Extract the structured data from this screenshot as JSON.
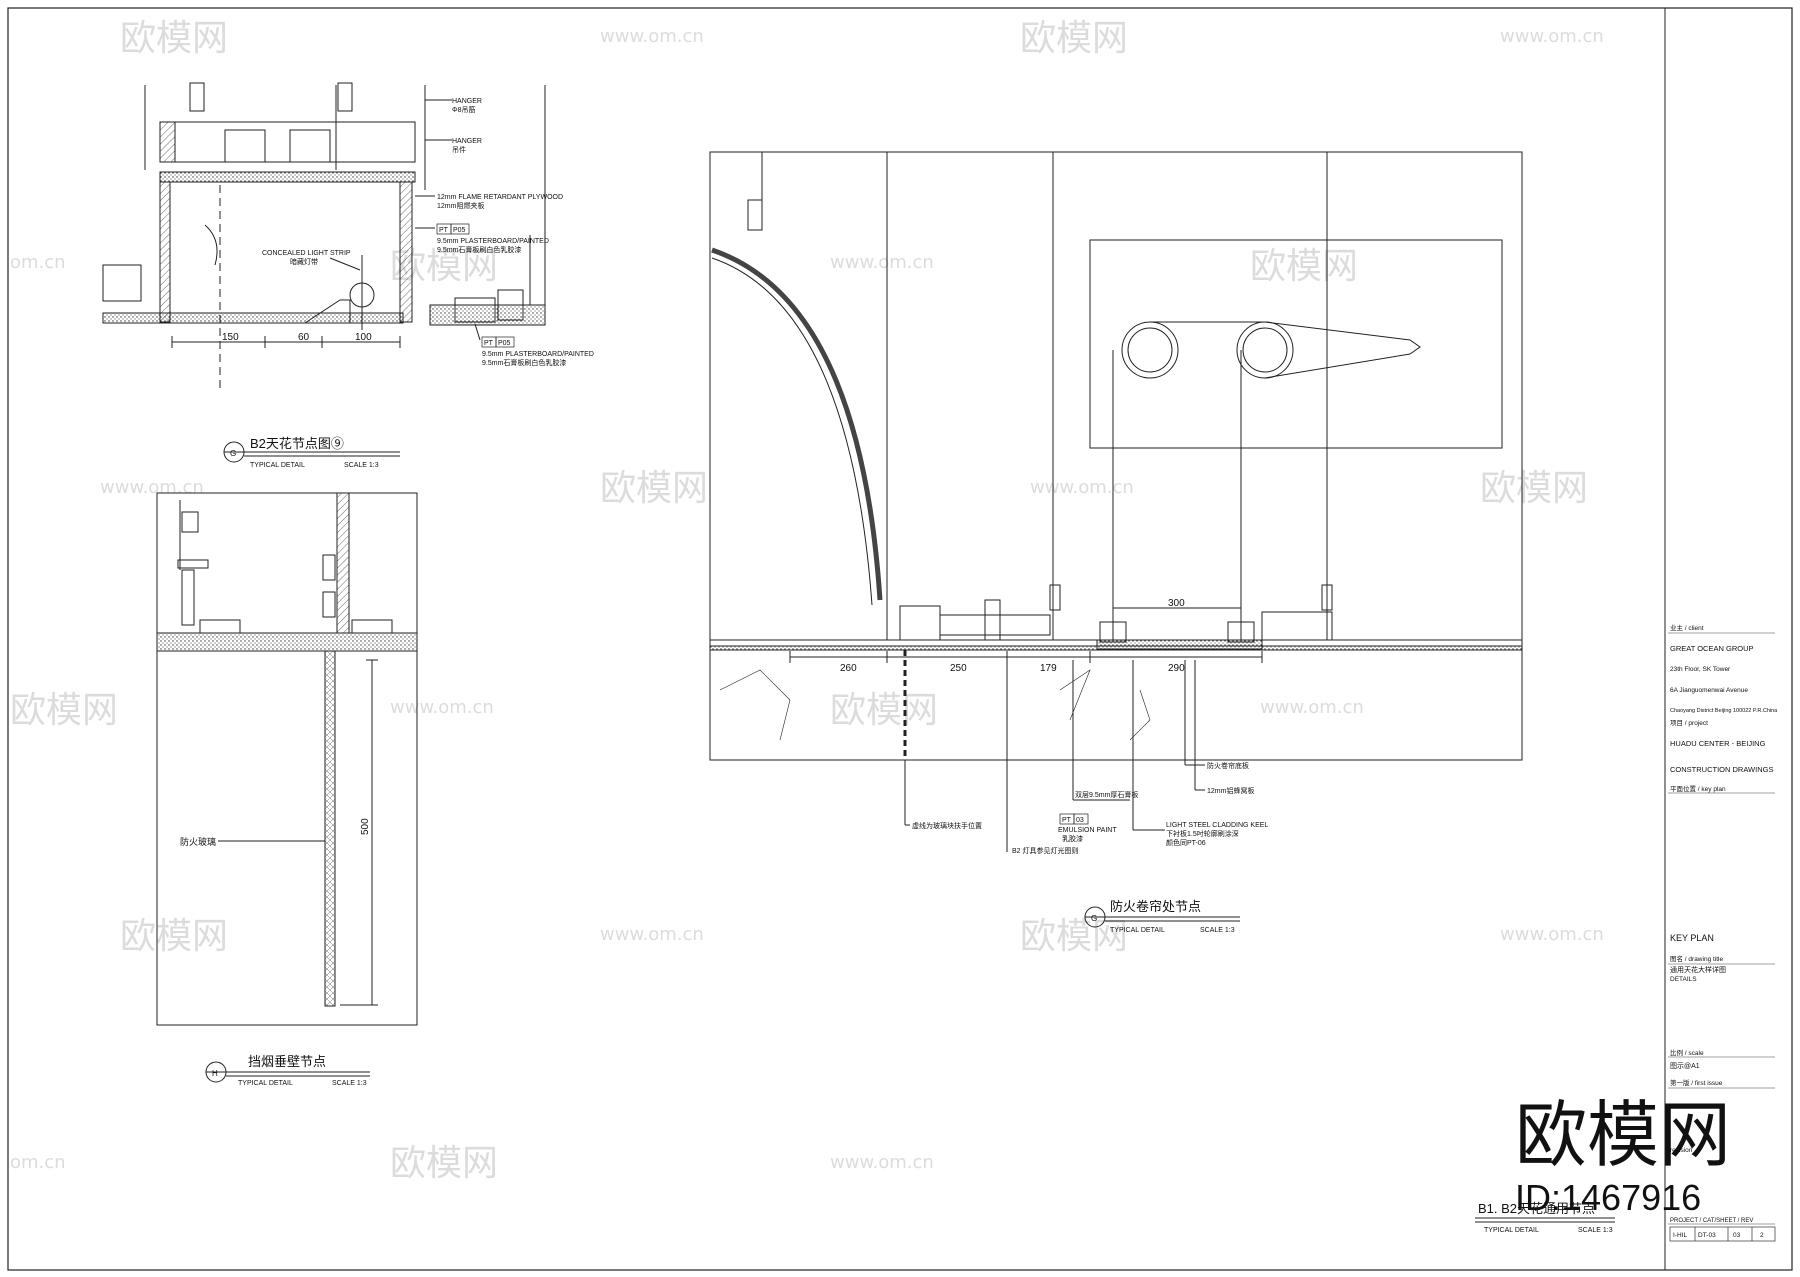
{
  "watermark": {
    "logo_text": "欧模网",
    "site_url": "www.om.cn",
    "url_fragment": "om.cn",
    "id_text": "ID:1467916"
  },
  "details": {
    "b2_ceiling": {
      "title": "B2天花节点图⑨",
      "tag": "G",
      "sub": "TYPICAL DETAIL",
      "scale": "SCALE 1:3",
      "labels": {
        "hanger_top_en": "HANGER",
        "hanger_top_cn": "Φ8吊筋",
        "hanger_en": "HANGER",
        "hanger_cn": "吊件",
        "plywood_en": "12mm FLAME RETARDANT PLYWOOD",
        "plywood_cn": "12mm阻燃夹板",
        "pt_code": "PT",
        "p05": "P05",
        "plaster_en": "9.5mm PLASTERBOARD/PAINTED",
        "plaster_cn": "9.5mm石膏板刷白色乳胶漆",
        "light_en": "CONCEALED LIGHT STRIP",
        "light_cn": "暗藏灯带",
        "plaster2_en": "9.5mm PLASTERBOARD/PAINTED",
        "plaster2_cn": "9.5mm石膏板刷白色乳胶漆"
      },
      "dims": [
        "150",
        "60",
        "100"
      ]
    },
    "smoke_wall": {
      "title": "挡烟垂壁节点",
      "tag": "H",
      "sub": "TYPICAL DETAIL",
      "scale": "SCALE 1:3",
      "label_glass": "防火玻璃",
      "dim_500": "500"
    },
    "fire_shutter": {
      "title": "防火卷帘处节点",
      "tag": "G",
      "sub": "TYPICAL DETAIL",
      "scale": "SCALE 1:3",
      "dims": [
        "260",
        "250",
        "179",
        "290"
      ],
      "dim_300": "300",
      "labels": {
        "shutter_board": "防火卷帘底板",
        "honeycomb": "12mm铝蜂窝板",
        "plaster_double": "双层9.5mm厚石膏板",
        "pt_code": "PT",
        "pt_num": "03",
        "emulsion_en": "EMULSION PAINT",
        "emulsion_cn": "乳胶漆",
        "keel_en": "LIGHT STEEL CLADDING KEEL",
        "keel_cn1": "下衬板1.5吋轮廓刷涂深",
        "keel_cn2": "颜色同PT-06",
        "glass_edge": "虚线为玻璃块扶手位置",
        "lamp_ref": "B2 灯具参见灯光图则"
      }
    },
    "b1b2": {
      "title": "B1. B2天花通用节点",
      "sub": "TYPICAL DETAIL",
      "scale": "SCALE 1:3"
    }
  },
  "title_block": {
    "client_label": "业主 / client",
    "client_name": "GREAT OCEAN GROUP",
    "address1": "23th Floor, SK Tower",
    "address2": "6A Jianguomenwai Avenue",
    "address3": "Chaoyang District Beijing 100022 P.R.China",
    "project_label": "项目 / project",
    "project_name": "HUADU CENTER - BEIJING",
    "drawing_set": "CONSTRUCTION DRAWINGS",
    "key_plan_cn": "平面位置 / key plan",
    "key_plan": "KEY PLAN",
    "drawing_title_label": "图名 / drawing title",
    "drawing_title": "通用天花大样详图",
    "drawing_title_en": "DETAILS",
    "scale_label": "比例 / scale",
    "scale_value": "图示@A1",
    "first_issue": "第一版 / first issue",
    "revision_label": "revision",
    "proj_cat_sheet_rev": "PROJECT / CAT/SHEET / REV",
    "proj": "I-HIL",
    "cat": "DT-03",
    "sheet": "03",
    "rev": "2"
  }
}
